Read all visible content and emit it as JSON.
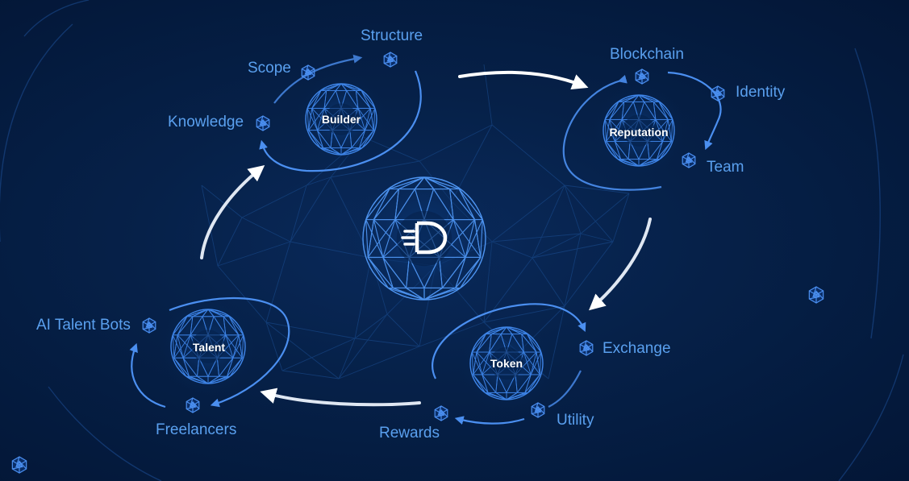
{
  "hubs": {
    "builder": "Builder",
    "reputation": "Reputation",
    "token": "Token",
    "talent": "Talent"
  },
  "nodes": {
    "structure": "Structure",
    "scope": "Scope",
    "knowledge": "Knowledge",
    "blockchain": "Blockchain",
    "identity": "Identity",
    "team": "Team",
    "exchange": "Exchange",
    "utility": "Utility",
    "rewards": "Rewards",
    "ai_talent_bots": "AI Talent Bots",
    "freelancers": "Freelancers"
  },
  "center_logo": {
    "icon": "dash-d-logo-icon"
  },
  "colors": {
    "background": "#041a3b",
    "accent": "#4b8ff0",
    "label": "#5aa0ef",
    "hub_text": "#ffffff",
    "arrow": "#e8eef7"
  }
}
